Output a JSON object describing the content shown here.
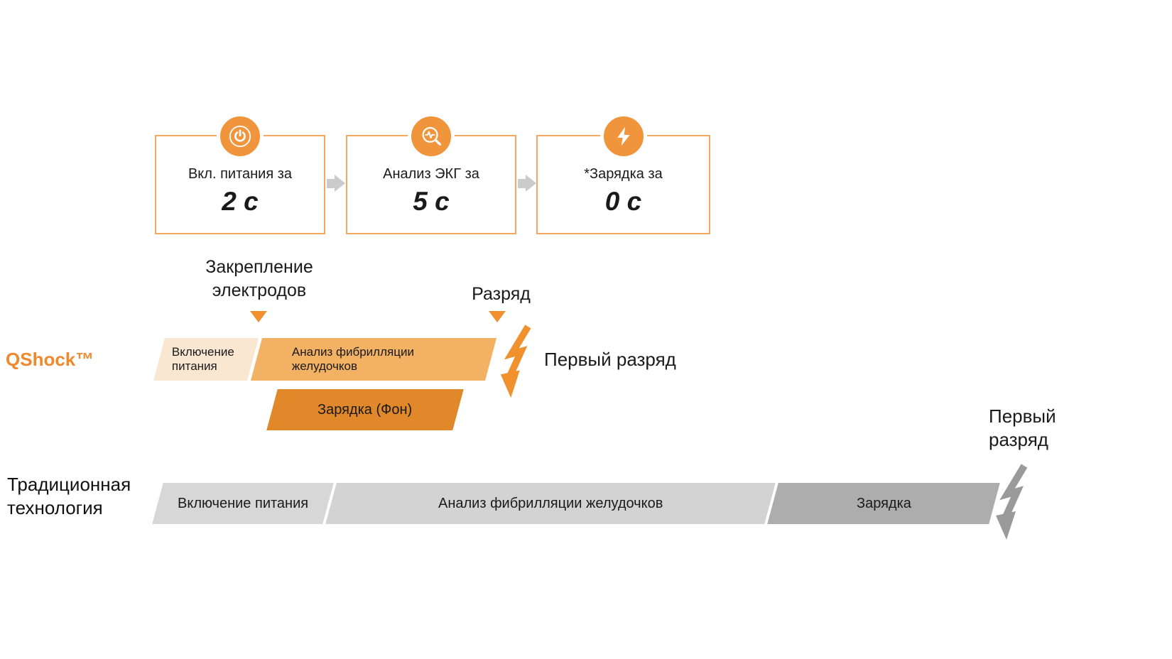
{
  "colors": {
    "accent_orange": "#F0912E",
    "box_border": "#F4A85E",
    "icon_circle": "#F0953C",
    "arrow_gray": "#CBCBCB",
    "qshock_power_bar": "#FAE7D2",
    "qshock_analysis_bar": "#F2B163",
    "qshock_charge_bar": "#E0882A",
    "trad_power_bar": "#D7D7D7",
    "trad_analysis_bar": "#D3D3D3",
    "trad_charge_bar": "#ADADAD",
    "trad_bolt_gray": "#9A9A9A"
  },
  "steps": [
    {
      "icon": "power-icon",
      "label": "Вкл. питания за",
      "value": "2 с"
    },
    {
      "icon": "ecg-search-icon",
      "label": "Анализ ЭКГ за",
      "value": "5 с"
    },
    {
      "icon": "lightning-icon",
      "label": "*Зарядка за",
      "value": "0 с"
    }
  ],
  "markers": {
    "electrodes_label": "Закрепление электродов",
    "discharge_label": "Разряд"
  },
  "qshock": {
    "name": "QShock™",
    "bar_power": "Включение питания",
    "bar_analysis": "Анализ фибрилляции желудочков",
    "bar_charge": "Зарядка (Фон)",
    "first_shock": "Первый разряд"
  },
  "traditional": {
    "name": "Традиционная технология",
    "bar_power": "Включение питания",
    "bar_analysis": "Анализ фибрилляции желудочков",
    "bar_charge": "Зарядка",
    "first_shock": "Первый разряд"
  }
}
